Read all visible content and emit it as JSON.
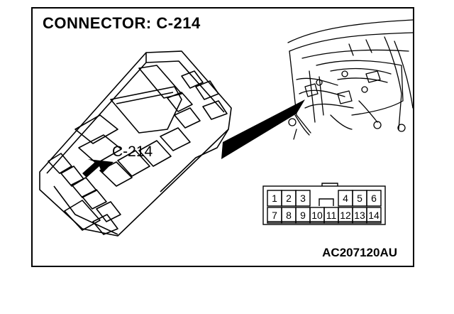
{
  "title": "CONNECTOR: C-214",
  "callout_label": "C-214",
  "figure_code": "AC207120AU",
  "pin_layout": {
    "top_row": [
      "1",
      "2",
      "3",
      "",
      "",
      "4",
      "5",
      "6"
    ],
    "bottom_row": [
      "7",
      "8",
      "9",
      "10",
      "11",
      "12",
      "13",
      "14"
    ]
  },
  "colors": {
    "line": "#000000",
    "background": "#ffffff"
  },
  "icons": [
    "pointer-arrow-icon",
    "wedge-pointer-icon"
  ]
}
